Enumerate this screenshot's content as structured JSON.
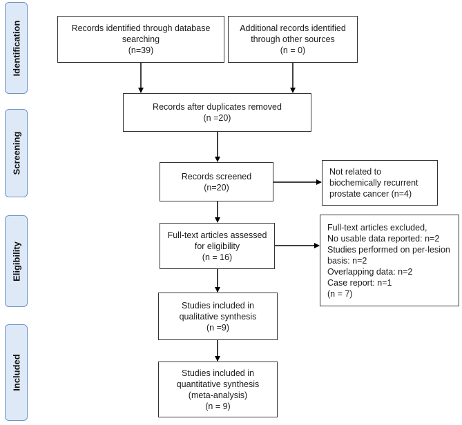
{
  "phases": {
    "identification": "Identification",
    "screening": "Screening",
    "eligibility": "Eligibility",
    "included": "Included"
  },
  "boxes": {
    "database": [
      "Records identified through database",
      "searching",
      "(n=39)"
    ],
    "other_sources": [
      "Additional records identified",
      "through other sources",
      "(n = 0)"
    ],
    "duplicates_removed": [
      "Records after duplicates removed",
      "(n =20)"
    ],
    "screened": [
      "Records screened",
      "(n=20)"
    ],
    "screen_excluded": [
      "Not related to",
      "biochemically recurrent",
      "prostate cancer (n=4)"
    ],
    "fulltext_assessed": [
      "Full-text articles assessed",
      "for eligibility",
      "(n = 16)"
    ],
    "fulltext_excluded": [
      "Full-text articles excluded,",
      "No usable data reported: n=2",
      "Studies performed on per-lesion",
      "basis: n=2",
      "Overlapping data: n=2",
      "Case report: n=1",
      "(n = 7)"
    ],
    "qualitative": [
      "Studies included in",
      "qualitative synthesis",
      "(n =9)"
    ],
    "quantitative": [
      "Studies included in",
      "quantitative synthesis",
      "(meta-analysis)",
      "(n = 9)"
    ]
  },
  "colors": {
    "phase_fill": "#dde9f7",
    "phase_border": "#6f94c5",
    "box_border": "#333333",
    "arrow": "#000000"
  }
}
